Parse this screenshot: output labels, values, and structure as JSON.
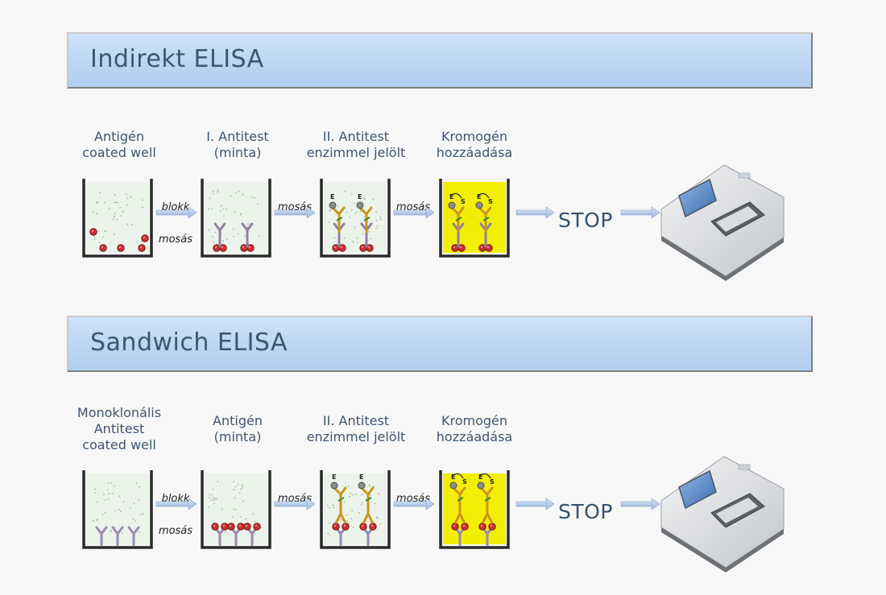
{
  "sections": [
    {
      "title": "Indirekt ELISA",
      "steps": [
        "Antigén\ncoated well",
        "I. Antitest\n(minta)",
        "II. Antitest\nenzimmel jelölt",
        "Kromogén\nhozzáadása"
      ],
      "operations": {
        "first_top": "blokk",
        "first_bottom": "mosás",
        "second": "mosás",
        "third": "mosás"
      },
      "stop_label": "STOP"
    },
    {
      "title": "Sandwich ELISA",
      "steps": [
        "Monoklonális\nAntitest\ncoated well",
        "Antigén\n(minta)",
        "II. Antitest\nenzimmel jelölt",
        "Kromogén\nhozzáadása"
      ],
      "operations": {
        "first_top": "blokk",
        "first_bottom": "mosás",
        "second": "mosás",
        "third": "mosás"
      },
      "stop_label": "STOP"
    }
  ],
  "labels": {
    "enzyme": "E",
    "substrate": "S"
  },
  "colors": {
    "banner_fill": "#bcd5f3",
    "title_text": "#3e5570",
    "well_liquid": "#ecf3ea",
    "chromogen": "#f3ee05",
    "antigen": "#c83232",
    "arrow": "#b6c9e6"
  }
}
